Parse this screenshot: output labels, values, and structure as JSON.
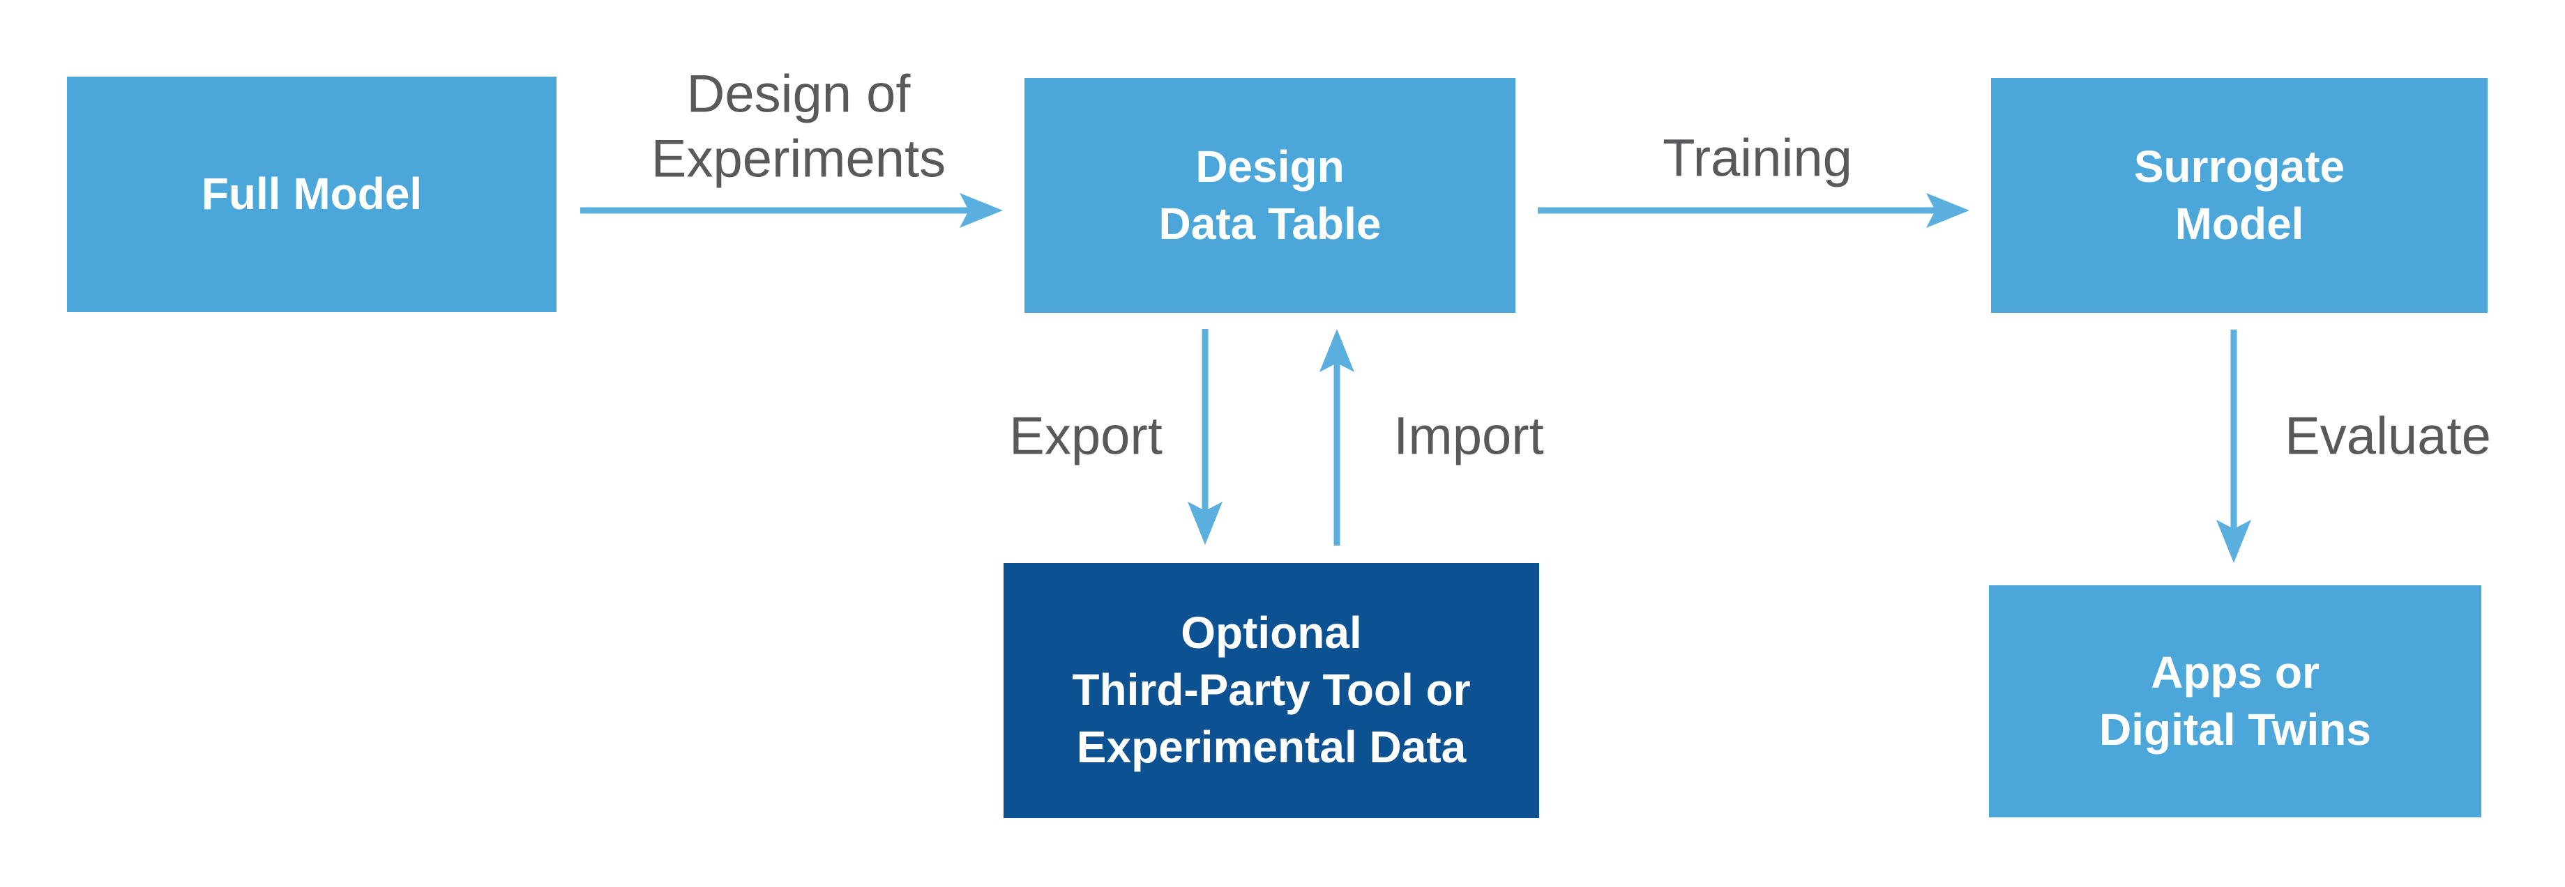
{
  "diagram": {
    "title": "Surrogate model workflow diagram",
    "nodes": {
      "full_model": {
        "label": "Full Model"
      },
      "design_data_table": {
        "label": "Design\nData Table"
      },
      "surrogate_model": {
        "label": "Surrogate\nModel"
      },
      "optional_tool": {
        "label": "Optional\nThird-Party Tool or\nExperimental Data"
      },
      "apps_digital_twins": {
        "label": "Apps or\nDigital Twins"
      }
    },
    "edges": {
      "design_of_experiments": {
        "label": "Design of\nExperiments",
        "from": "full_model",
        "to": "design_data_table"
      },
      "training": {
        "label": "Training",
        "from": "design_data_table",
        "to": "surrogate_model"
      },
      "export": {
        "label": "Export",
        "from": "design_data_table",
        "to": "optional_tool"
      },
      "import": {
        "label": "Import",
        "from": "optional_tool",
        "to": "design_data_table"
      },
      "evaluate": {
        "label": "Evaluate",
        "from": "surrogate_model",
        "to": "apps_digital_twins"
      }
    }
  },
  "colors": {
    "node-blue": "#4BA7D9",
    "node-dark-blue": "#0C5191",
    "arrow-blue": "#5AAFDF",
    "label-gray": "#58595B",
    "node-text": "#FFFFFF",
    "background": "#FFFFFF"
  }
}
